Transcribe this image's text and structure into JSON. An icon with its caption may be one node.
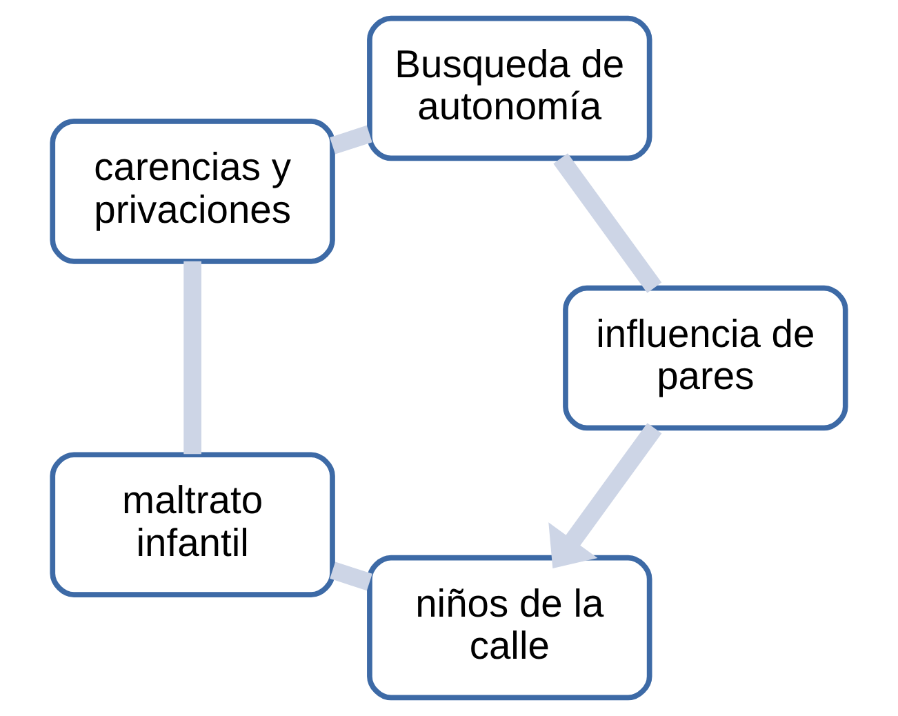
{
  "diagram": {
    "nodes": [
      {
        "text": [
          "niños de la calle"
        ]
      },
      {
        "text": [
          "maltrato infantil"
        ]
      },
      {
        "text": [
          "carencias y privaciones"
        ]
      },
      {
        "text": [
          "Busqueda de autonomía"
        ]
      },
      {
        "text": [
          "influencia de pares"
        ]
      }
    ],
    "edges": [
      {
        "from": 0,
        "to": 1,
        "arrow": "none"
      },
      {
        "from": 1,
        "to": 2,
        "arrow": "none"
      },
      {
        "from": 2,
        "to": 3,
        "arrow": "none"
      },
      {
        "from": 3,
        "to": 4,
        "arrow": "none"
      },
      {
        "from": 4,
        "to": 0,
        "arrow": "to"
      }
    ]
  }
}
